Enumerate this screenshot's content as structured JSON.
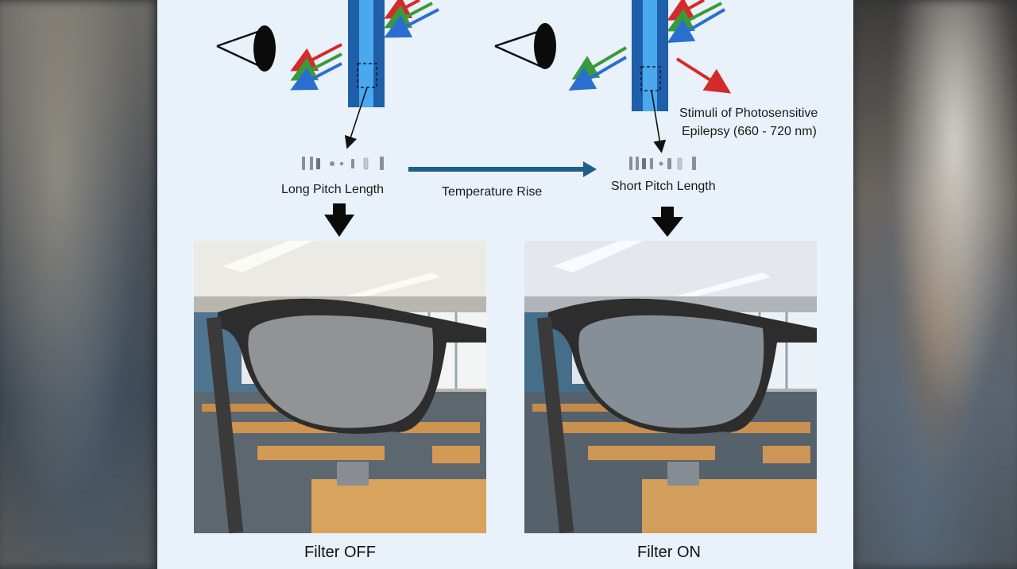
{
  "labels": {
    "long_pitch": "Long Pitch Length",
    "short_pitch": "Short Pitch Length",
    "temperature": "Temperature Rise",
    "stimuli_line1": "Stimuli of Photosensitive",
    "stimuli_line2": "Epilepsy (660 - 720 nm)",
    "filter_off": "Filter OFF",
    "filter_on": "Filter ON"
  },
  "colors": {
    "panel_bg": "#e9f1fa",
    "filter_dark": "#1f5ea8",
    "filter_light": "#3d9be3",
    "red_light": "#d42a2a",
    "green_light": "#3a9a3a",
    "blue_light": "#2a6fd0",
    "temp_arrow": "#1e5f86"
  },
  "icons": [
    "eye-icon",
    "down-arrow-icon",
    "light-ray-icon",
    "filter-film-icon"
  ]
}
